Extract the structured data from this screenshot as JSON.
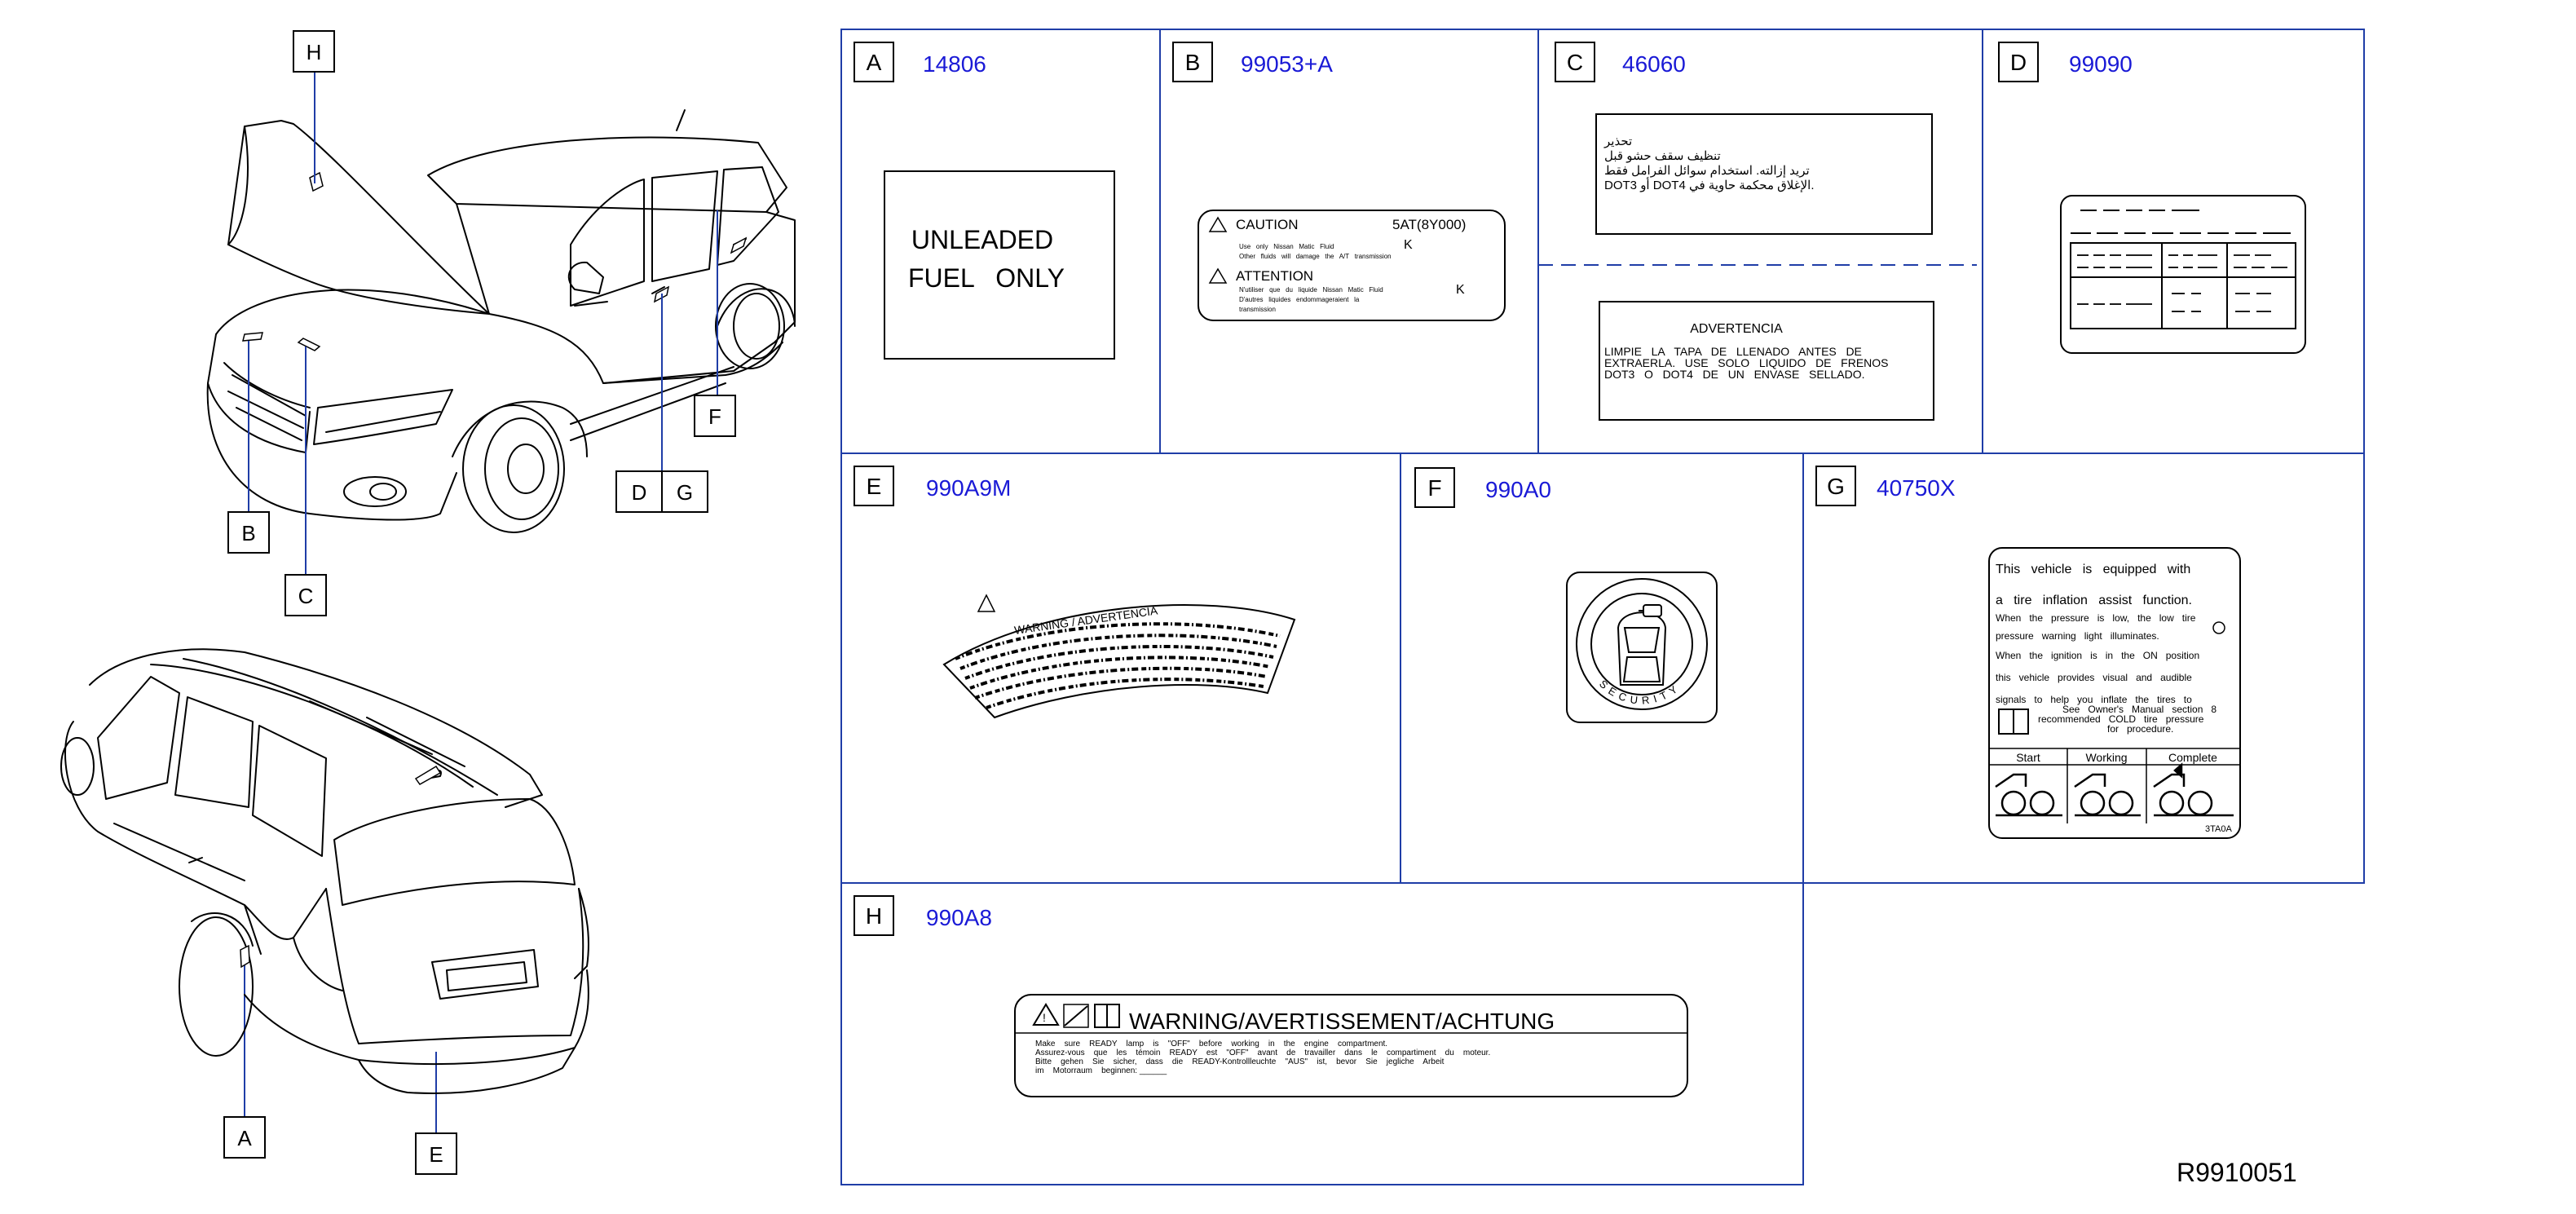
{
  "diagram_id": "R9910051",
  "callouts": [
    "H",
    "B",
    "C",
    "D",
    "G",
    "F",
    "A",
    "E"
  ],
  "panels": [
    {
      "letter": "A",
      "part_number": "14806"
    },
    {
      "letter": "B",
      "part_number": "99053+A"
    },
    {
      "letter": "C",
      "part_number": "46060"
    },
    {
      "letter": "D",
      "part_number": "99090"
    },
    {
      "letter": "E",
      "part_number": "990A9M"
    },
    {
      "letter": "F",
      "part_number": "990A0"
    },
    {
      "letter": "G",
      "part_number": "40750X"
    },
    {
      "letter": "H",
      "part_number": "990A8"
    }
  ],
  "label_a": {
    "line1": "UNLEADED",
    "line2": "FUEL   ONLY"
  },
  "label_b": {
    "caution": "CAUTION",
    "caution_code": "5AT(8Y000)",
    "caution_text1": "Use   only   Nissan   Matic   Fluid",
    "caution_fluid": "K",
    "caution_text2": "Other   fluids   will   damage   the   A/T   transmission",
    "attention": "ATTENTION",
    "attention_text1": "N'utiliser   que   du   liquide   Nissan   Matic   Fluid",
    "attention_fluid": "K",
    "attention_text2": "D'autres   liquides   endommageraient   la",
    "attention_text3": "transmission"
  },
  "label_c_arabic": {
    "line1": "تحذير",
    "line2": "تنظيف  سقف  حشو  قبل",
    "line3": "تريد  إزالته.  استخدام  سوائل  الفرامل  فقط",
    "line4": "DOT3  أو  DOT4  الإغلاق  محكمة  حاوية  في."
  },
  "label_c_spanish": {
    "title": "ADVERTENCIA",
    "line1": "LIMPIE   LA   TAPA   DE   LLENADO   ANTES   DE",
    "line2": "EXTRAERLA.   USE   SOLO   LIQUIDO   DE   FRENOS",
    "line3": "DOT3   O   DOT4   DE   UN   ENVASE   SELLADO."
  },
  "label_e": {
    "title": "WARNING / ADVERTENCIA"
  },
  "label_f": {
    "text": "SECURITY"
  },
  "label_g": {
    "p1": "This   vehicle   is   equipped   with",
    "p1b": "a   tire   inflation   assist   function.",
    "p2a": "When   the   pressure   is   low,   the   low   tire",
    "p2b": "pressure   warning   light   illuminates.",
    "p3a": "When   the   ignition   is   in   the   ON   position",
    "p3b": "this   vehicle   provides   visual   and   audible",
    "p3c": "signals   to   help   you   inflate   the   tires   to",
    "p3d": "See   Owner's   Manual   section   8",
    "p3e": "recommended   COLD   tire   pressure",
    "p3f": "for   procedure.",
    "col1": "Start",
    "col2": "Working",
    "col3": "Complete",
    "code": "3TA0A"
  },
  "label_h": {
    "title": "WARNING/AVERTISSEMENT/ACHTUNG",
    "line1": "Make    sure    READY    lamp    is    \"OFF\"    before    working    in    the    engine    compartment.",
    "line2": "Assurez-vous    que    les    témoin    READY    est    \"OFF\"    avant    de    travailler    dans    le    compartiment    du    moteur.",
    "line3": "Bitte    gehen    Sie    sicher,    dass    die    READY-Kontrollleuchte    \"AUS\"    ist,    bevor    Sie    jegliche    Arbeit",
    "line4": "im    Motorraum    beginnen: ______"
  }
}
